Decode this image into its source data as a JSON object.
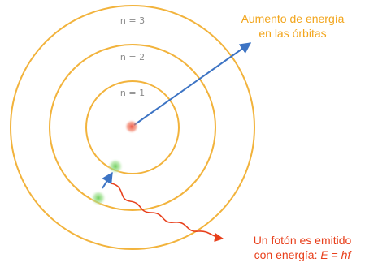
{
  "diagram": {
    "levels": [
      {
        "label": "n = 1"
      },
      {
        "label": "n = 2"
      },
      {
        "label": "n = 3"
      }
    ],
    "energy_caption": {
      "line1": "Aumento de energía",
      "line2": "en las órbitas"
    },
    "photon_caption": {
      "line1": "Un fotón es emitido",
      "line2_prefix": "con energía: ",
      "formula_E": "E",
      "formula_eq": " = ",
      "formula_hf": "hf"
    },
    "colors": {
      "orbit": "#f2b33c",
      "arrow": "#3d74c4",
      "photon": "#e8401c",
      "nucleus": "#ee5a4a",
      "electron": "#7bd36a",
      "level_text": "#8a8a8a",
      "caption_orange": "#f2a51c"
    }
  }
}
